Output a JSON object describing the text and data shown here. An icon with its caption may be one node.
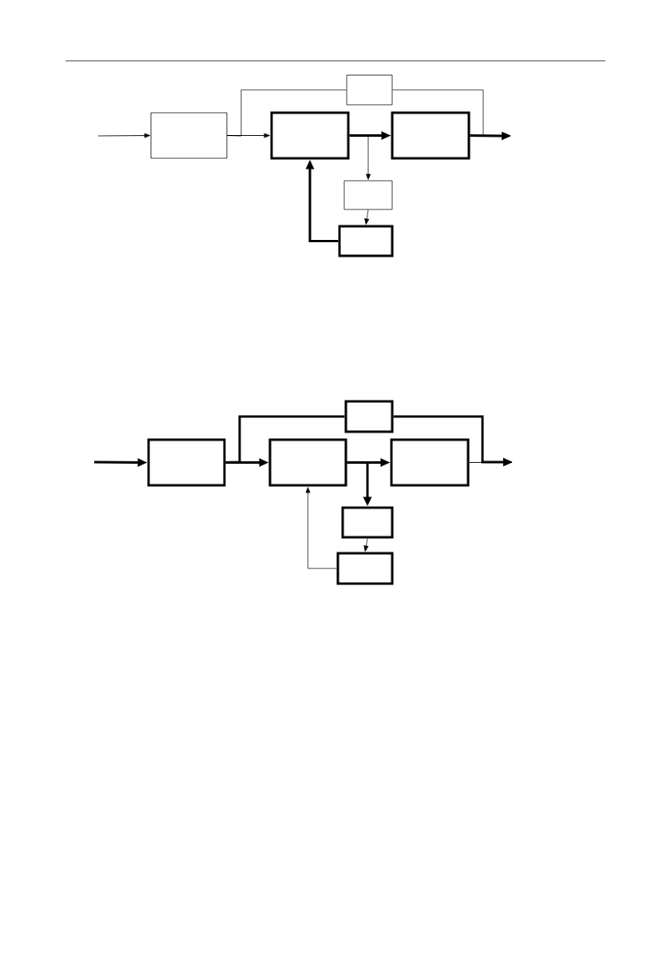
{
  "diagram": {
    "nodes": [
      {
        "text": [],
        "shape": "box"
      },
      {
        "text": [],
        "shape": "box"
      },
      {
        "text": [],
        "shape": "box"
      },
      {
        "text": [],
        "shape": "box"
      },
      {
        "text": [],
        "shape": "box"
      },
      {
        "text": [],
        "shape": "box"
      },
      {
        "text": [],
        "shape": "box"
      },
      {
        "text": [],
        "shape": "box"
      },
      {
        "text": [],
        "shape": "box"
      },
      {
        "text": [],
        "shape": "box"
      },
      {
        "text": [],
        "shape": "box"
      },
      {
        "text": [],
        "shape": "box"
      }
    ],
    "edges": [
      {
        "from": null,
        "to": 1,
        "arrow": "to"
      },
      {
        "from": 1,
        "to": 2,
        "arrow": "to"
      },
      {
        "from": 1,
        "to": 0,
        "arrow": "none"
      },
      {
        "from": 0,
        "to": null,
        "arrow": "to"
      },
      {
        "from": 2,
        "to": 3,
        "arrow": "to",
        "style": "thick"
      },
      {
        "from": 3,
        "to": null,
        "arrow": "to",
        "style": "thick"
      },
      {
        "from": 2,
        "to": 4,
        "arrow": "to"
      },
      {
        "from": 4,
        "to": 5,
        "arrow": "to"
      },
      {
        "from": 5,
        "to": 2,
        "arrow": "to",
        "style": "thick"
      },
      {
        "from": null,
        "to": 7,
        "arrow": "to",
        "style": "thick"
      },
      {
        "from": 7,
        "to": 8,
        "arrow": "to",
        "style": "thick"
      },
      {
        "from": 7,
        "to": 6,
        "arrow": "none",
        "style": "thick"
      },
      {
        "from": 6,
        "to": null,
        "arrow": "to",
        "style": "thick"
      },
      {
        "from": 8,
        "to": 9,
        "arrow": "to",
        "style": "thick"
      },
      {
        "from": 9,
        "to": null,
        "arrow": "to"
      },
      {
        "from": 8,
        "to": 10,
        "arrow": "to",
        "style": "thick"
      },
      {
        "from": 10,
        "to": 11,
        "arrow": "to"
      },
      {
        "from": 11,
        "to": 8,
        "arrow": "to"
      }
    ]
  }
}
